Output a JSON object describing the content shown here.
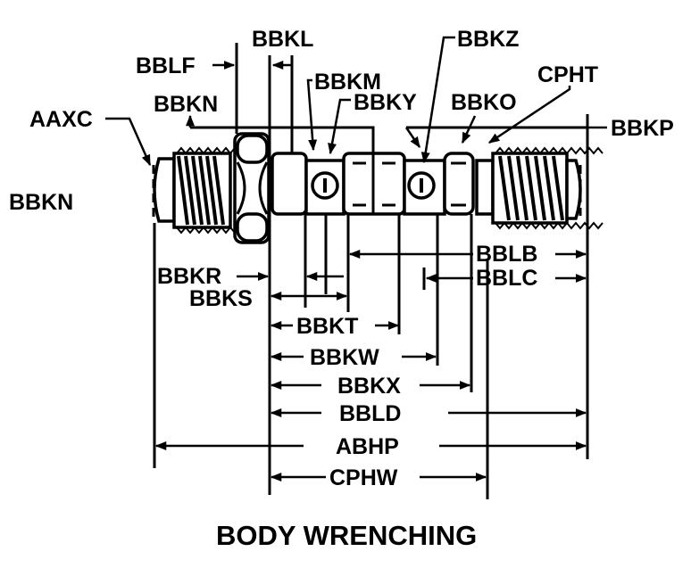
{
  "diagram": {
    "title": "BODY WRENCHING",
    "ink_color": "#000000",
    "background_color": "#ffffff",
    "callouts": {
      "aaxc": "AAXC",
      "bbkn_left": "BBKN",
      "bbkn_top": "BBKN",
      "bblf": "BBLF",
      "bbkl": "BBKL",
      "bbkm": "BBKM",
      "bbky": "BBKY",
      "bbkz": "BBKZ",
      "bbko": "BBKO",
      "cpht": "CPHT",
      "bbkp": "BBKP"
    },
    "dimensions": {
      "bbkr": "BBKR",
      "bbks": "BBKS",
      "bbkt": "BBKT",
      "bbkw": "BBKW",
      "bbkx": "BBKX",
      "bblb": "BBLB",
      "bblc": "BBLC",
      "bbld": "BBLD",
      "abhp": "ABHP",
      "cphw": "CPHW"
    }
  }
}
